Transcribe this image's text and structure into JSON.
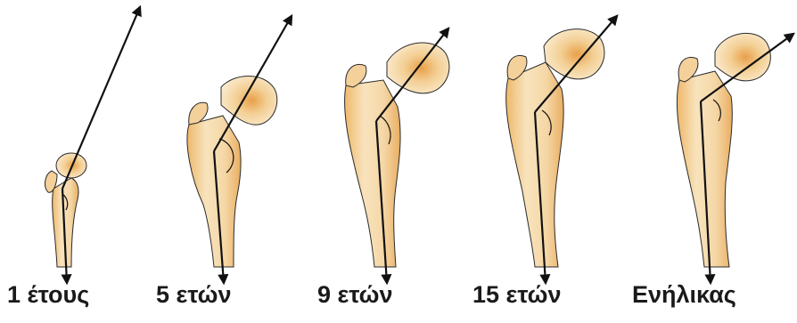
{
  "caption_fragment": "                                               ",
  "stages": [
    {
      "label": "1 έτους"
    },
    {
      "label": "5 ετών"
    },
    {
      "label": "9 ετών"
    },
    {
      "label": "15 ετών"
    },
    {
      "label": "Ενήλικας"
    }
  ],
  "colors": {
    "bone_fill": "#f6dcb0",
    "bone_shade": "#e7a24c",
    "bone_outline": "#2b2b2b",
    "arrow": "#111111"
  }
}
